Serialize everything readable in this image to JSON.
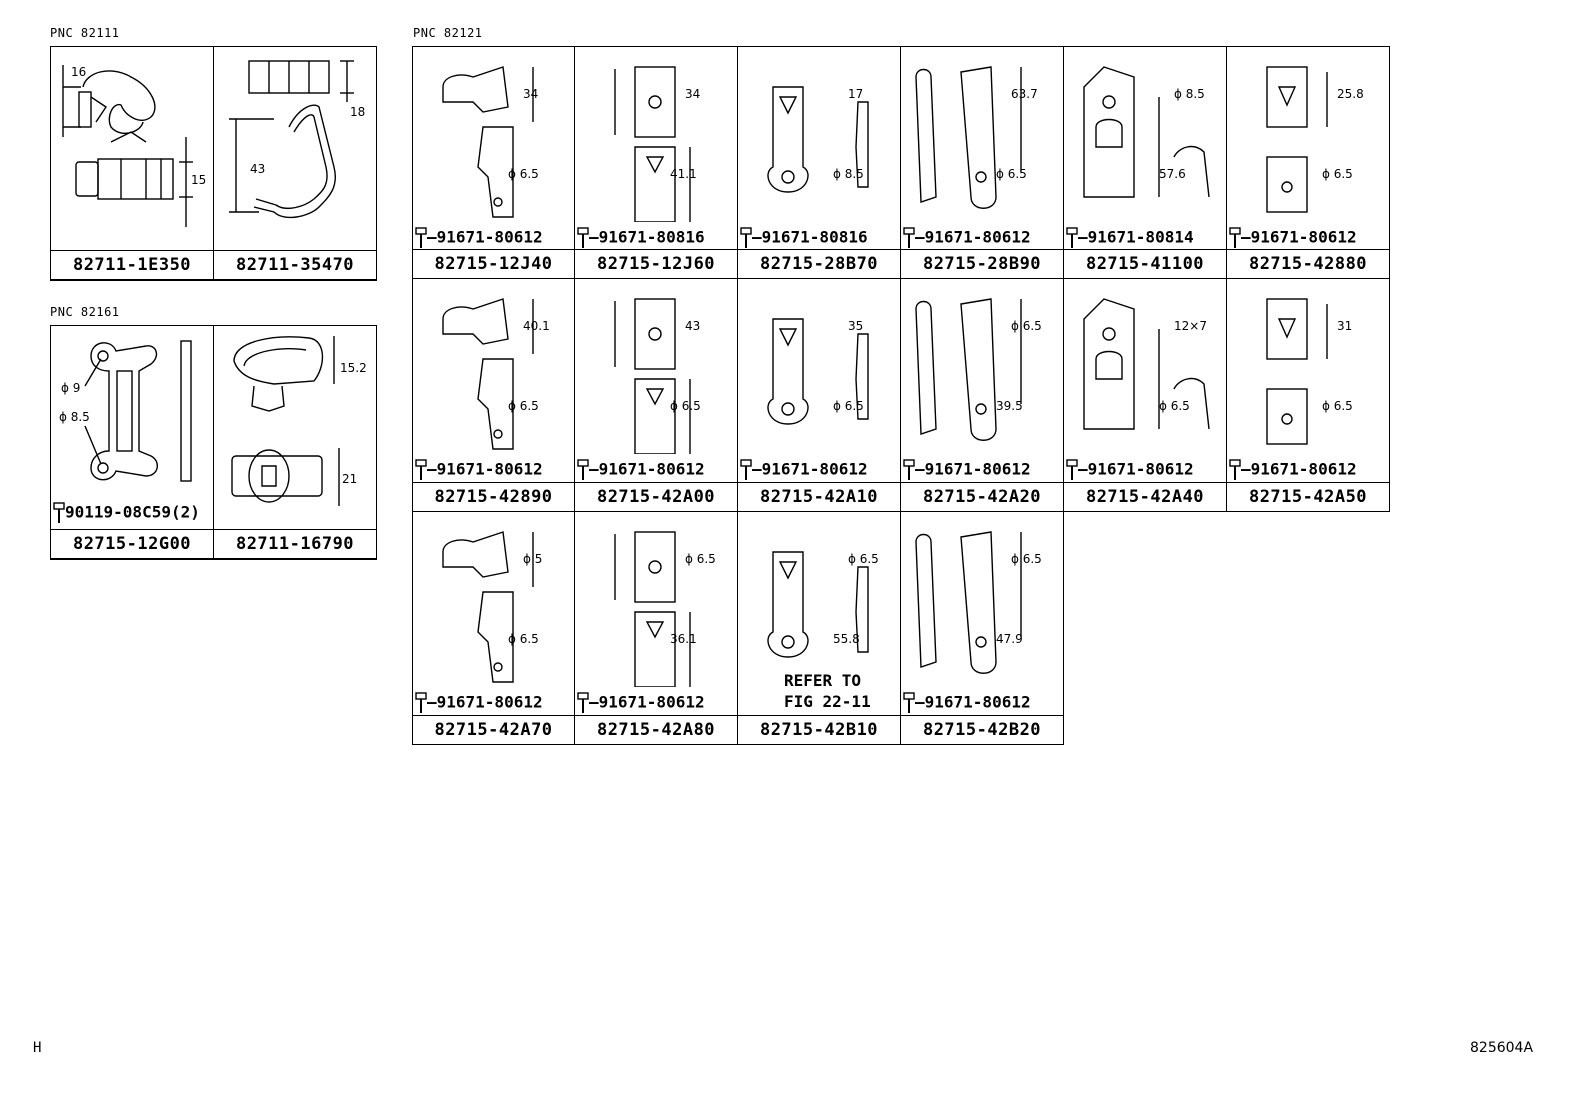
{
  "groups": {
    "g1": {
      "pnc": "PNC 82111",
      "cells": [
        {
          "part": "82711-1E350",
          "dims": [
            "16",
            "15"
          ]
        },
        {
          "part": "82711-35470",
          "dims": [
            "18",
            "43"
          ]
        }
      ]
    },
    "g2": {
      "pnc": "PNC 82161",
      "cells": [
        {
          "part": "82715-12G00",
          "dims": [
            "ϕ 9",
            "ϕ 8.5"
          ],
          "bolt": "90119-08C59(2)"
        },
        {
          "part": "82711-16790",
          "dims": [
            "15.2",
            "21"
          ]
        }
      ]
    },
    "g3": {
      "pnc": "PNC 82121",
      "rows": [
        [
          {
            "part": "82715-12J40",
            "bolt": "91671-80612",
            "dims": [
              "34",
              "ϕ 6.5"
            ]
          },
          {
            "part": "82715-12J60",
            "bolt": "91671-80816",
            "dims": [
              "34",
              "41.1"
            ]
          },
          {
            "part": "82715-28B70",
            "bolt": "91671-80816",
            "dims": [
              "17",
              "ϕ 8.5"
            ]
          },
          {
            "part": "82715-28B90",
            "bolt": "91671-80612",
            "dims": [
              "63.7",
              "ϕ 6.5"
            ]
          },
          {
            "part": "82715-41100",
            "bolt": "91671-80814",
            "dims": [
              "ϕ 8.5",
              "57.6"
            ]
          },
          {
            "part": "82715-42880",
            "bolt": "91671-80612",
            "dims": [
              "25.8",
              "ϕ 6.5"
            ]
          }
        ],
        [
          {
            "part": "82715-42890",
            "bolt": "91671-80612",
            "dims": [
              "40.1",
              "ϕ 6.5"
            ]
          },
          {
            "part": "82715-42A00",
            "bolt": "91671-80612",
            "dims": [
              "43",
              "ϕ 6.5"
            ]
          },
          {
            "part": "82715-42A10",
            "bolt": "91671-80612",
            "dims": [
              "35",
              "ϕ 6.5"
            ]
          },
          {
            "part": "82715-42A20",
            "bolt": "91671-80612",
            "dims": [
              "ϕ 6.5",
              "39.5"
            ]
          },
          {
            "part": "82715-42A40",
            "bolt": "91671-80612",
            "dims": [
              "12×7",
              "ϕ 6.5"
            ]
          },
          {
            "part": "82715-42A50",
            "bolt": "91671-80612",
            "dims": [
              "31",
              "ϕ 6.5"
            ]
          }
        ],
        [
          {
            "part": "82715-42A70",
            "bolt": "91671-80612",
            "dims": [
              "ϕ 5",
              "ϕ 6.5"
            ]
          },
          {
            "part": "82715-42A80",
            "bolt": "91671-80612",
            "dims": [
              "ϕ 6.5",
              "36.1"
            ]
          },
          {
            "part": "82715-42B10",
            "refer": [
              "REFER TO",
              "FIG 22-11"
            ],
            "dims": [
              "ϕ 6.5",
              "55.8"
            ]
          },
          {
            "part": "82715-42B20",
            "bolt": "91671-80612",
            "dims": [
              "ϕ 6.5",
              "47.9"
            ]
          }
        ]
      ]
    }
  },
  "footer": {
    "left": "H",
    "right": "825604A"
  }
}
